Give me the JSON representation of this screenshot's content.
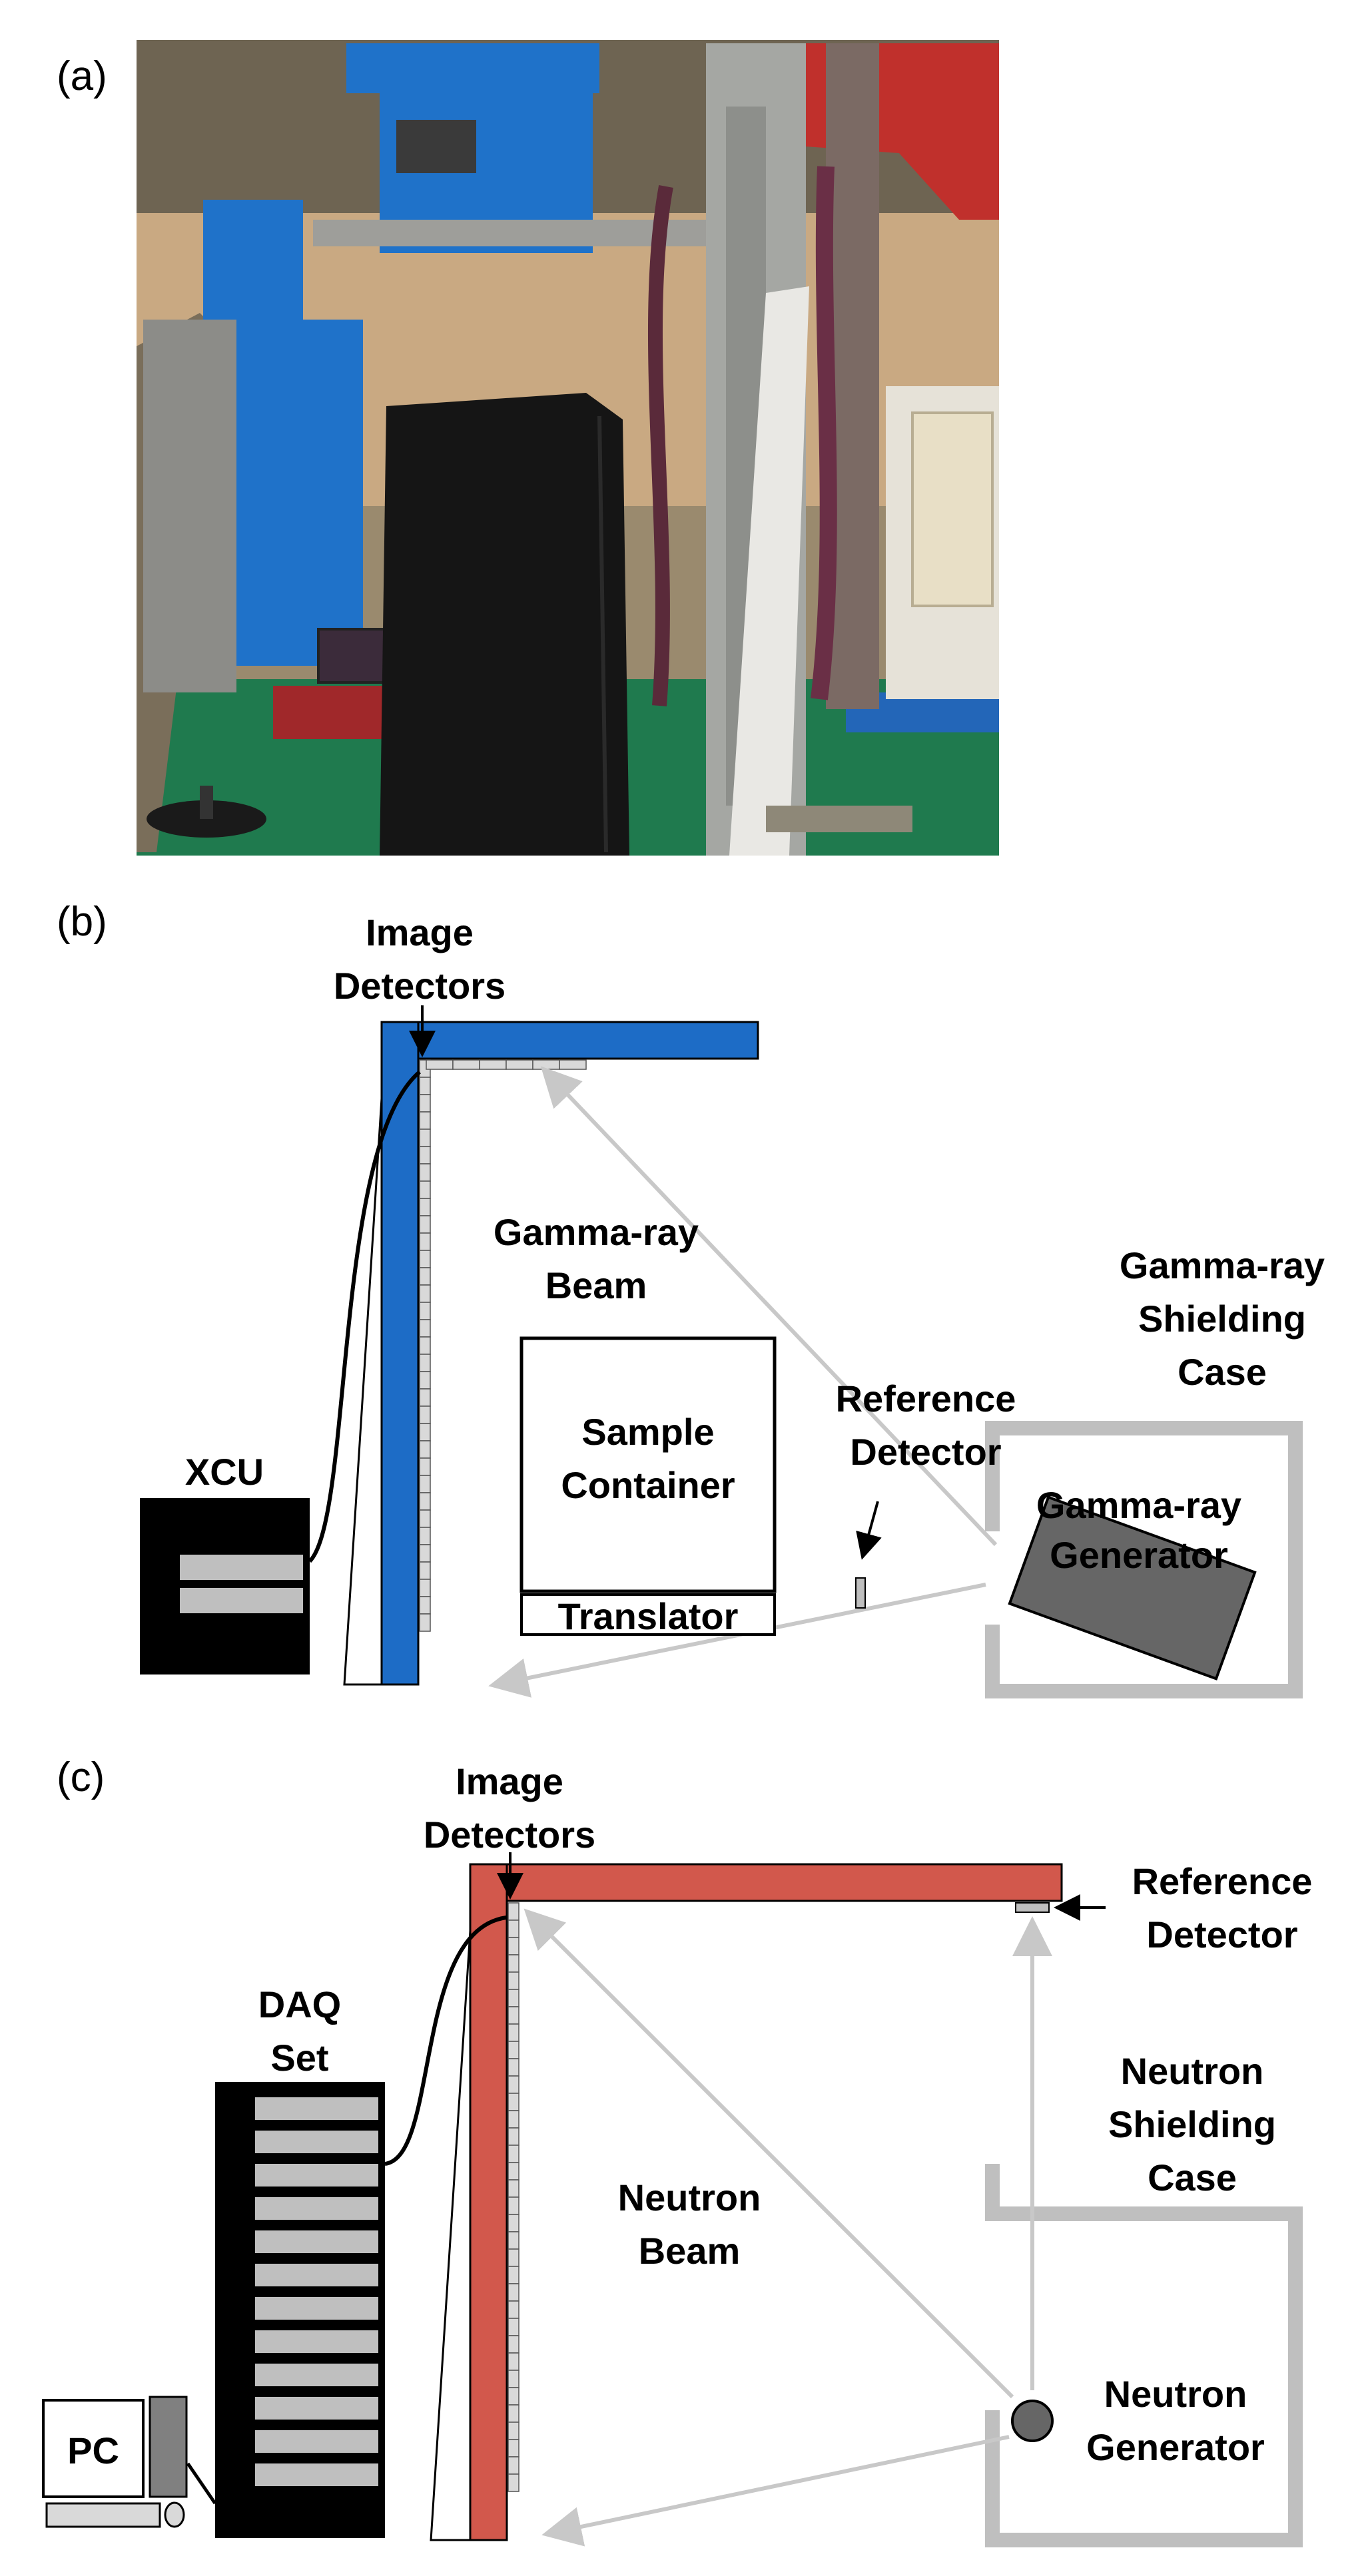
{
  "panel_labels": {
    "a": "(a)",
    "b": "(b)",
    "c": "(c)"
  },
  "panel_b": {
    "image_detectors": [
      "Image",
      "Detectors"
    ],
    "beam": [
      "Gamma-ray",
      "Beam"
    ],
    "shielding_case": [
      "Gamma-ray",
      "Shielding",
      "Case"
    ],
    "reference_detector": [
      "Reference",
      "Detector"
    ],
    "sample_container": [
      "Sample",
      "Container"
    ],
    "translator": "Translator",
    "generator": [
      "Gamma-ray",
      "Generator"
    ],
    "xcu": "XCU",
    "colors": {
      "detector_frame": "#1d6cc6",
      "shielding": "#bfbfbf",
      "generator": "#666666",
      "beam_line": "#c8c8c8"
    }
  },
  "panel_c": {
    "image_detectors": [
      "Image",
      "Detectors"
    ],
    "reference_detector": [
      "Reference",
      "Detector"
    ],
    "daq": [
      "DAQ",
      "Set"
    ],
    "shielding_case": [
      "Neutron",
      "Shielding",
      "Case"
    ],
    "beam": [
      "Neutron",
      "Beam"
    ],
    "generator": [
      "Neutron",
      "Generator"
    ],
    "pc": "PC",
    "colors": {
      "detector_frame": "#d2584c",
      "shielding": "#bfbfbf",
      "generator": "#666666",
      "beam_line": "#c8c8c8"
    }
  },
  "photo": {
    "colors": {
      "frame_blue": "#1f72c9",
      "frame_red": "#c0302c",
      "cabinet": "#151515",
      "floor": "#1f7a4e"
    }
  }
}
